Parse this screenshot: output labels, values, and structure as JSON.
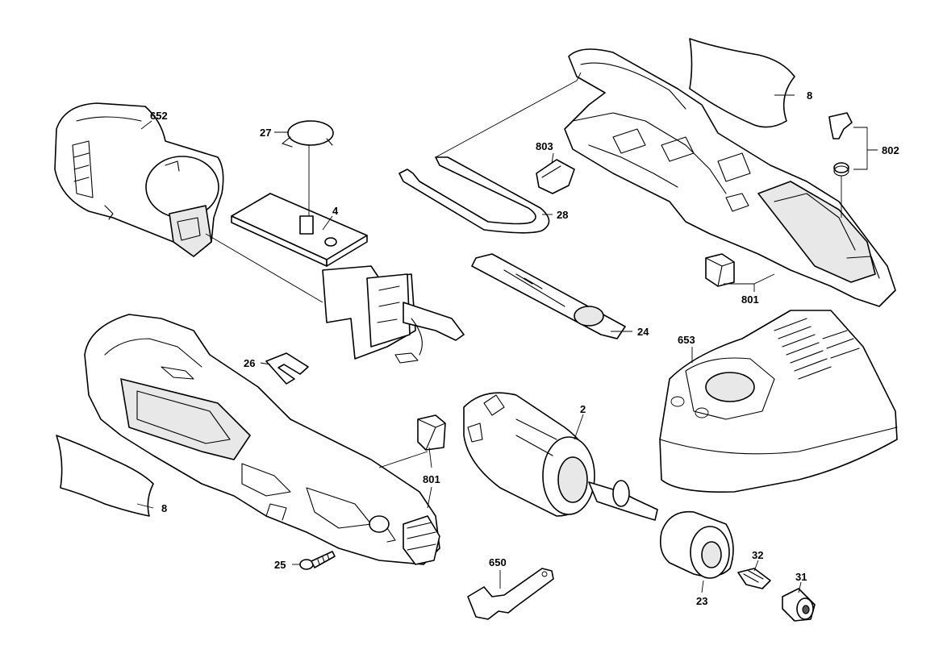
{
  "callouts": {
    "p652": "652",
    "p27": "27",
    "p4": "4",
    "p803": "803",
    "p28": "28",
    "p8_top": "8",
    "p802": "802",
    "p801_top": "801",
    "p24": "24",
    "p653": "653",
    "p26": "26",
    "p2": "2",
    "p801_bottom": "801",
    "p8_bottom": "8",
    "p25": "25",
    "p650": "650",
    "p32": "32",
    "p31": "31",
    "p23": "23"
  }
}
